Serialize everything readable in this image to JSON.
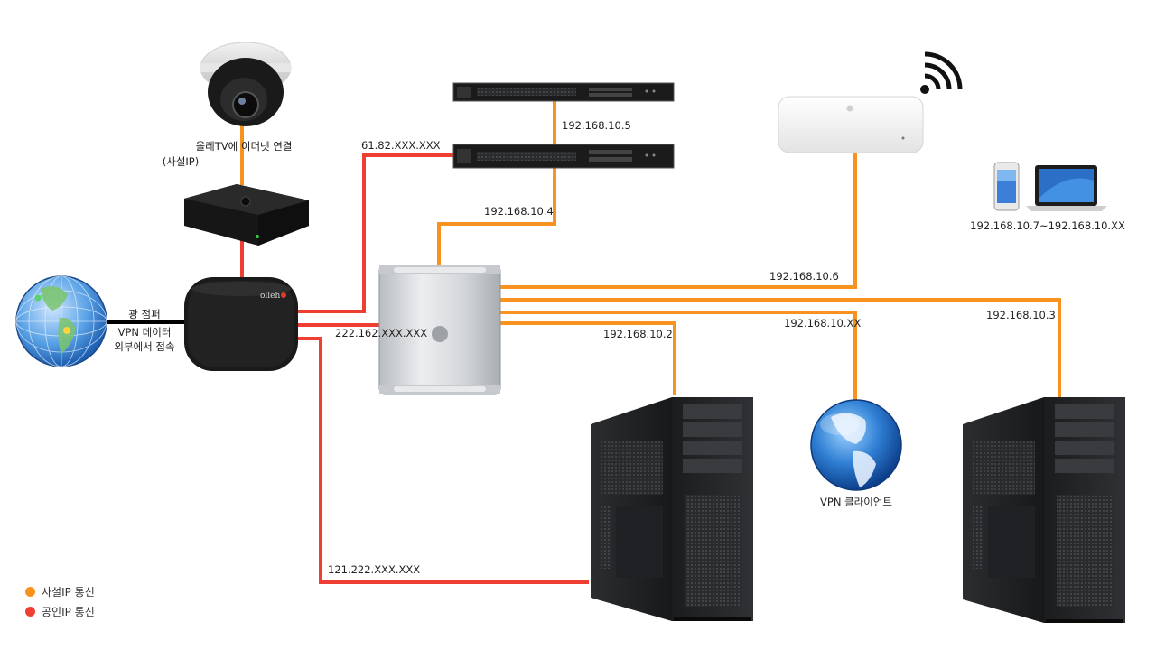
{
  "colors": {
    "private": "#f7931e",
    "public": "#ef3f33",
    "fiber": "#000000"
  },
  "labels": {
    "iptv": "올레TV에 이더넷 연결",
    "iptv_sub": "(사설IP)",
    "fiber": "광 점퍼",
    "vpn_data": "VPN 데이터",
    "external_access": "외부에서 접속",
    "ip_server_top": "192.168.10.5",
    "ip_server_public": "61.82.XXX.XXX",
    "ip_server_bottom": "192.168.10.4",
    "ip_mac_public": "222.162.XXX.XXX",
    "ip_airport": "192.168.10.6",
    "ip_devices": "192.168.10.7~192.168.10.XX",
    "ip_pc1": "192.168.10.2",
    "ip_vpn": "192.168.10.XX",
    "ip_pc2": "192.168.10.3",
    "ip_pc1_public": "121.222.XXX.XXX",
    "vpn_client": "VPN 클라이언트",
    "router_brand": "olleh"
  },
  "legend": [
    {
      "label": "사설IP 통신",
      "color": "#f7931e"
    },
    {
      "label": "공인IP 통신",
      "color": "#ef3f33"
    }
  ],
  "icons": {
    "camera": "security-camera-icon",
    "settop": "set-top-box-icon",
    "router": "olleh-router-icon",
    "globe_left": "internet-globe-icon",
    "server": "rack-server-icon",
    "airport": "airport-base-station-icon",
    "wifi": "wifi-icon",
    "phone": "smartphone-icon",
    "laptop": "laptop-icon",
    "macpro": "mac-pro-icon",
    "tower": "tower-pc-icon",
    "globe_vpn": "vpn-globe-icon"
  }
}
